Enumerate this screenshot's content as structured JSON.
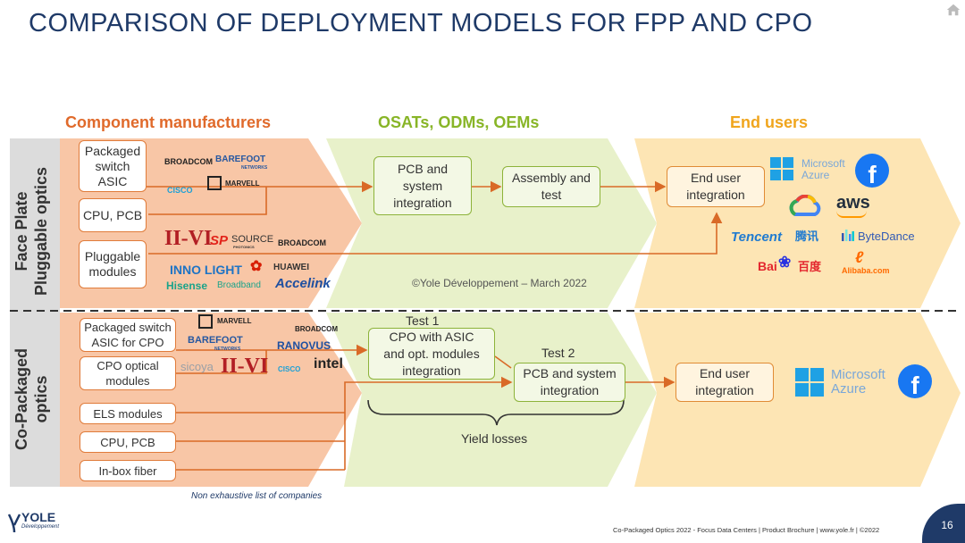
{
  "title": "COMPARISON OF DEPLOYMENT MODELS FOR FPP AND CPO",
  "columns": {
    "component": "Component manufacturers",
    "osat": "OSATs, ODMs, OEMs",
    "end": "End users"
  },
  "rows": {
    "fpp_line1": "Face Plate",
    "fpp_line2": "Pluggable optics",
    "cpo_line1": "Co-Packaged",
    "cpo_line2": "optics"
  },
  "fpp": {
    "comp_boxes": [
      "Packaged\nswitch\nASIC",
      "CPU, PCB",
      "Pluggable\nmodules"
    ],
    "osat_boxes": [
      "PCB and\nsystem\nintegration",
      "Assembly and\ntest"
    ],
    "end_box": "End user\nintegration",
    "logos_asic": [
      "BROADCOM",
      "BAREFOOT",
      "NETWORKS",
      "CISCO",
      "MARVELL"
    ],
    "logos_modules": [
      "II-VI",
      "SP",
      "SOURCE",
      "PHOTONICS",
      "BROADCOM",
      "INNO LIGHT",
      "HUAWEI",
      "Hisense",
      "Broadband",
      "Accelink"
    ],
    "end_logos": [
      "Microsoft",
      "Azure",
      "aws",
      "Tencent",
      "腾讯",
      "ByteDance",
      "Bai",
      "百度",
      "Alibaba.com"
    ],
    "copyright": "©Yole Développement – March 2022"
  },
  "cpo": {
    "comp_boxes": [
      "Packaged switch\nASIC for CPO",
      "CPO optical\nmodules",
      "ELS modules",
      "CPU, PCB",
      "In-box fiber"
    ],
    "logos": [
      "MARVELL",
      "BROADCOM",
      "BAREFOOT",
      "NETWORKS",
      "RANOVUS",
      "sicoya",
      "II-VI",
      "CISCO",
      "intel"
    ],
    "test1_label": "Test 1",
    "test2_label": "Test 2",
    "osat_boxes": [
      "CPO with ASIC\nand opt. modules\nintegration",
      "PCB and system\nintegration"
    ],
    "end_box": "End user\nintegration",
    "yield": "Yield losses",
    "end_logos": [
      "Microsoft",
      "Azure"
    ]
  },
  "note": "Non exhaustive list of companies",
  "footer": "Co-Packaged Optics 2022 - Focus Data Centers | Product Brochure | www.yole.fr | ©2022",
  "page_number": "16",
  "brand": {
    "name": "YOLE",
    "sub": "Développement"
  },
  "colors": {
    "title": "#1f3a68",
    "orange_band": "#f8c6a6",
    "green_band": "#e7f0c8",
    "yellow_band": "#fde4b2",
    "arrow": "#d96a27",
    "gray_band": "#e0e0e0"
  }
}
